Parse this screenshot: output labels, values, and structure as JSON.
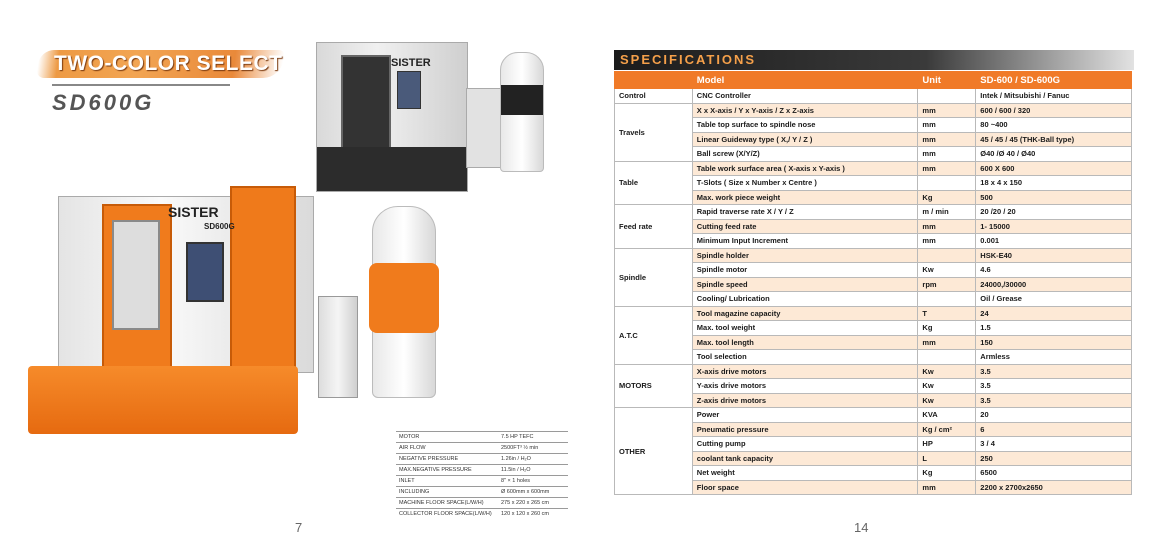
{
  "left": {
    "hero_title": "TWO-COLOR SELECT",
    "model": "SD600G",
    "brand_top": "SISTER",
    "brand_main": "SISTER",
    "brand_sub": "SD600G",
    "collector_specs": [
      {
        "k": "MOTOR",
        "v": "7.5 HP TEFC"
      },
      {
        "k": "AIR FLOW",
        "v": "2500FT³ ½ min"
      },
      {
        "k": "NEGATIVE PRESSURE",
        "v": "1.26in / H₂O"
      },
      {
        "k": "MAX.NEGATIVE PRESSURE",
        "v": "11.5in / H₂O"
      },
      {
        "k": "INLET",
        "v": "8\" × 1 holes"
      },
      {
        "k": "INCLUDING",
        "v": "Ø 600mm x 600mm"
      },
      {
        "k": "MACHINE FLOOR SPACE(L/W/H)",
        "v": "275 x 220 x 265 cm"
      },
      {
        "k": "COLLECTOR FLOOR SPACE(L/W/H)",
        "v": "120 x 120 x 260 cm"
      }
    ],
    "page_number": "7"
  },
  "right": {
    "heading": "SPECIFICATIONS",
    "columns": [
      "",
      "Model",
      "Unit",
      "SD-600 / SD-600G"
    ],
    "groups": [
      {
        "name": "Control",
        "rows": [
          [
            "CNC Controller",
            "",
            "Intek / Mitsubishi / Fanuc"
          ]
        ]
      },
      {
        "name": "Travels",
        "rows": [
          [
            "X x X-axis / Y x Y-axis / Z x Z-axis",
            "mm",
            "600 / 600 / 320"
          ],
          [
            "Table top surface to spindle nose",
            "mm",
            "80 ~400"
          ],
          [
            "Linear Guideway type ( X,/ Y / Z )",
            "mm",
            "45 / 45 / 45 (THK-Ball type)"
          ],
          [
            "Ball screw (X/Y/Z)",
            "mm",
            "Ø40 /Ø 40 / Ø40"
          ]
        ]
      },
      {
        "name": "Table",
        "rows": [
          [
            "Table work surface area ( X-axis x Y-axis )",
            "mm",
            "600 X 600"
          ],
          [
            "T-Slots ( Size x Number x Centre )",
            "",
            "18 x 4 x 150"
          ],
          [
            "Max. work piece weight",
            "Kg",
            "500"
          ]
        ]
      },
      {
        "name": "Feed rate",
        "rows": [
          [
            "Rapid traverse rate X / Y / Z",
            "m / min",
            "20 /20 / 20"
          ],
          [
            "Cutting feed rate",
            "mm",
            "1- 15000"
          ],
          [
            "Minimum Input Increment",
            "mm",
            "0.001"
          ]
        ]
      },
      {
        "name": "Spindle",
        "rows": [
          [
            "Spindle holder",
            "",
            "HSK-E40"
          ],
          [
            "Spindle motor",
            "Kw",
            "4.6"
          ],
          [
            "Spindle speed",
            "rpm",
            "24000,/30000"
          ],
          [
            "Cooling/ Lubrication",
            "",
            "Oil / Grease"
          ]
        ]
      },
      {
        "name": "A.T.C",
        "rows": [
          [
            "Tool magazine capacity",
            "T",
            "24"
          ],
          [
            "Max. tool weight",
            "Kg",
            "1.5"
          ],
          [
            "Max. tool length",
            "mm",
            "150"
          ],
          [
            "Tool selection",
            "",
            "Armless"
          ]
        ]
      },
      {
        "name": "MOTORS",
        "rows": [
          [
            "X-axis drive motors",
            "Kw",
            "3.5"
          ],
          [
            "Y-axis drive motors",
            "Kw",
            "3.5"
          ],
          [
            "Z-axis drive motors",
            "Kw",
            "3.5"
          ]
        ]
      },
      {
        "name": "OTHER",
        "rows": [
          [
            "Power",
            "KVA",
            "20"
          ],
          [
            "Pneumatic pressure",
            "Kg / cm²",
            "6"
          ],
          [
            "Cutting pump",
            "HP",
            "3 / 4"
          ],
          [
            "coolant tank capacity",
            "L",
            "250"
          ],
          [
            "Net weight",
            "Kg",
            "6500"
          ],
          [
            "Floor space",
            "mm",
            "2200 x 2700x2650"
          ]
        ]
      }
    ],
    "page_number": "14"
  }
}
